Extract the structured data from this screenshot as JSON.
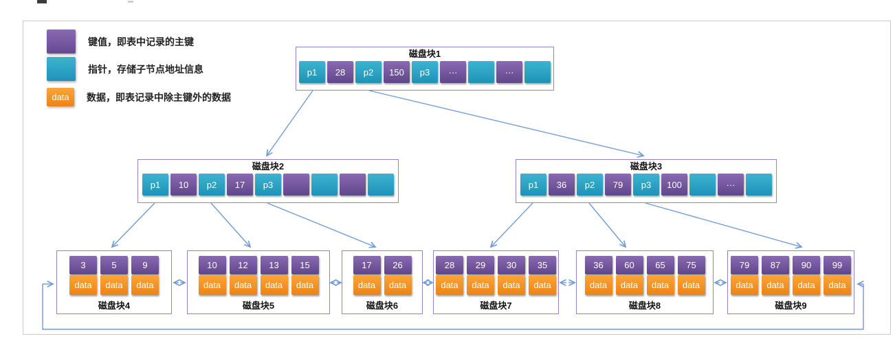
{
  "legend": {
    "items": [
      {
        "swatch": "key",
        "swatch_label": "",
        "label": "键值，即表中记录的主键"
      },
      {
        "swatch": "pointer",
        "swatch_label": "",
        "label": "指针，存储子节点地址信息"
      },
      {
        "swatch": "data",
        "swatch_label": "data",
        "label": "数据，即表记录中除主键外的数据"
      }
    ]
  },
  "labels": {
    "data": "data"
  },
  "internal_nodes": [
    {
      "title": "磁盘块1",
      "cells": [
        {
          "type": "pointer",
          "text": "p1"
        },
        {
          "type": "key",
          "text": "28"
        },
        {
          "type": "pointer",
          "text": "p2"
        },
        {
          "type": "key",
          "text": "150"
        },
        {
          "type": "pointer",
          "text": "p3"
        },
        {
          "type": "key",
          "text": "···"
        },
        {
          "type": "pointer",
          "text": ""
        },
        {
          "type": "key",
          "text": "···"
        },
        {
          "type": "pointer",
          "text": ""
        }
      ]
    },
    {
      "title": "磁盘块2",
      "cells": [
        {
          "type": "pointer",
          "text": "p1"
        },
        {
          "type": "key",
          "text": "10"
        },
        {
          "type": "pointer",
          "text": "p2"
        },
        {
          "type": "key",
          "text": "17"
        },
        {
          "type": "pointer",
          "text": "p3"
        },
        {
          "type": "key",
          "text": ""
        },
        {
          "type": "pointer",
          "text": ""
        },
        {
          "type": "key",
          "text": ""
        },
        {
          "type": "pointer",
          "text": ""
        }
      ]
    },
    {
      "title": "磁盘块3",
      "cells": [
        {
          "type": "pointer",
          "text": "p1"
        },
        {
          "type": "key",
          "text": "36"
        },
        {
          "type": "pointer",
          "text": "p2"
        },
        {
          "type": "key",
          "text": "79"
        },
        {
          "type": "pointer",
          "text": "p3"
        },
        {
          "type": "key",
          "text": "100"
        },
        {
          "type": "pointer",
          "text": ""
        },
        {
          "type": "key",
          "text": "···"
        },
        {
          "type": "pointer",
          "text": ""
        }
      ]
    }
  ],
  "leaf_nodes": [
    {
      "title": "磁盘块4",
      "keys": [
        "3",
        "5",
        "9"
      ]
    },
    {
      "title": "磁盘块5",
      "keys": [
        "10",
        "12",
        "13",
        "15"
      ]
    },
    {
      "title": "磁盘块6",
      "keys": [
        "17",
        "26"
      ]
    },
    {
      "title": "磁盘块7",
      "keys": [
        "28",
        "29",
        "30",
        "35"
      ]
    },
    {
      "title": "磁盘块8",
      "keys": [
        "36",
        "60",
        "65",
        "75"
      ]
    },
    {
      "title": "磁盘块9",
      "keys": [
        "79",
        "87",
        "90",
        "99"
      ]
    }
  ],
  "colors": {
    "key": "#75549e",
    "pointer": "#2aa2c2",
    "data": "#f6921e",
    "node_border": "#9b7fc0",
    "frame_border": "#c9c9c9",
    "arrow": "#6f9bd6"
  }
}
